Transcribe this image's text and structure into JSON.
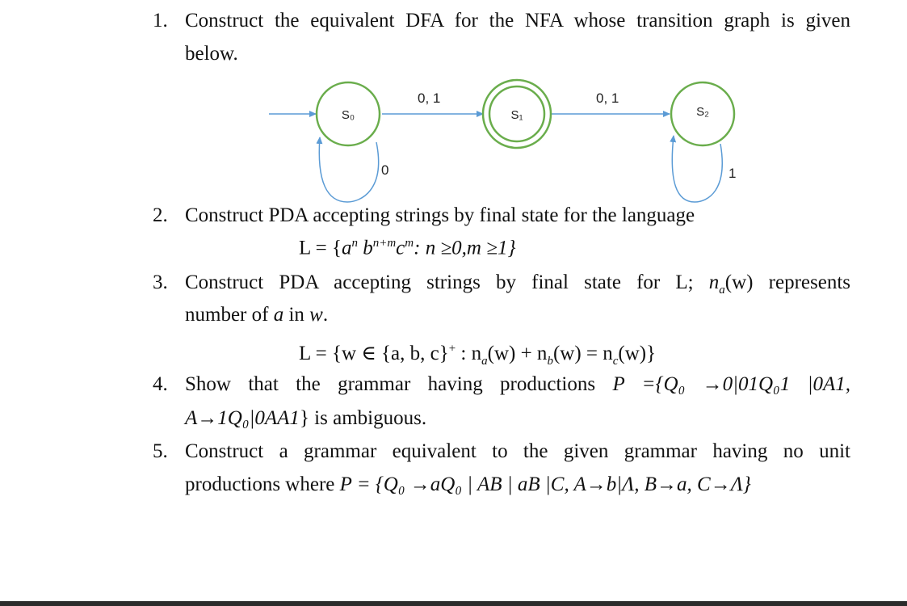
{
  "q1": {
    "num": "1.",
    "line1": "Construct the equivalent DFA for the NFA whose transition graph is given",
    "line2": "below."
  },
  "diagram": {
    "states": [
      "S₀",
      "S₁",
      "S₂"
    ],
    "edge_s0_s1": "0, 1",
    "edge_s1_s2": "0, 1",
    "loop_s0": "0",
    "loop_s2": "1",
    "colors": {
      "state_stroke": "#6aad4c",
      "arrow": "#5b9bd5"
    }
  },
  "q2": {
    "num": "2.",
    "text": "Construct PDA accepting strings by final state for the language",
    "lang_prefix": "L = {",
    "a": "a",
    "n1": "n",
    "b": "b",
    "nm": "n+m",
    "c": "c",
    "m1": "m",
    "cond": ": n ≥0,m ≥1}"
  },
  "q3": {
    "num": "3.",
    "line1_pre": "Construct PDA accepting strings by final state for L; ",
    "na": "n",
    "na_sub": "a",
    "line1_post": "(w) represents",
    "line2_pre": "number of ",
    "line2_a": "a",
    "line2_mid": " in ",
    "line2_w": "w",
    "line2_end": ".",
    "lang": "L = {w ∈ {a, b, c}",
    "plus": "+",
    "cond": " : n",
    "s_a": "a",
    "p1": "(w) + n",
    "s_b": "b",
    "p2": "(w) = n",
    "s_c": "c",
    "p3": "(w)}"
  },
  "q4": {
    "num": "4.",
    "line1_pre": "Show that the grammar having productions ",
    "line1_math": "P ={Q₀ →0|01Q₀1 |0A1,",
    "line2_math": "A→1Q₀|0AA1",
    "line2_post": "} is ambiguous."
  },
  "q5": {
    "num": "5.",
    "line1": "Construct a grammar equivalent to the given grammar having no unit",
    "line2_pre": "productions where ",
    "line2_math": "P = {Q₀ →aQ₀ | AB | aB |C, A→b|Λ, B→a, C→Λ}"
  }
}
